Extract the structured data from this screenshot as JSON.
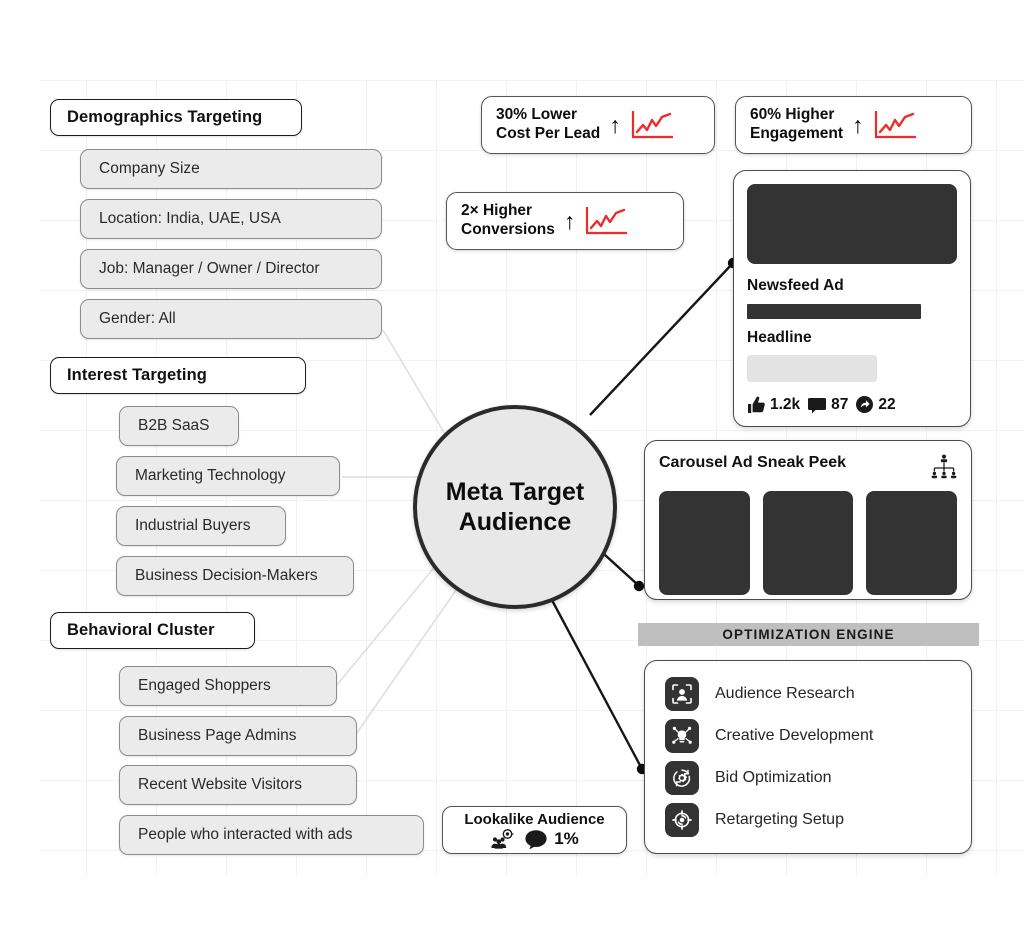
{
  "diagram": {
    "center": {
      "label": "Meta Target\nAudience"
    },
    "sections": [
      {
        "title": "Demographics Targeting",
        "items": [
          "Company Size",
          "Location: India, UAE, USA",
          "Job: Manager / Owner / Director",
          "Gender: All"
        ]
      },
      {
        "title": "Interest Targeting",
        "items": [
          "B2B SaaS",
          "Marketing Technology",
          "Industrial Buyers",
          "Business Decision-Makers"
        ]
      },
      {
        "title": "Behavioral Cluster",
        "items": [
          "Engaged Shoppers",
          "Business Page Admins",
          "Recent Website Visitors",
          "People who interacted with ads"
        ]
      }
    ],
    "stats": [
      {
        "text": "30% Lower\nCost Per Lead",
        "arrow": "arrow-up-icon",
        "chart": "sparkline-icon"
      },
      {
        "text": "2× Higher\nConversions",
        "arrow": "arrow-up-icon",
        "chart": "sparkline-icon"
      },
      {
        "text": "60% Higher\nEngagement",
        "arrow": "arrow-up-icon",
        "chart": "sparkline-icon"
      }
    ],
    "newsfeed_ad": {
      "title": "Newsfeed Ad",
      "headline": "Headline",
      "engagement": [
        {
          "icon": "thumbs-up-icon",
          "value": "1.2k"
        },
        {
          "icon": "comment-icon",
          "value": "87"
        },
        {
          "icon": "share-icon",
          "value": "22"
        }
      ]
    },
    "carousel": {
      "title": "Carousel Ad Sneak Peek",
      "icon": "org-chart-icon",
      "tiles": 3
    },
    "optimization": {
      "banner": "OPTIMIZATION ENGINE",
      "items": [
        {
          "label": "Audience Research",
          "icon": "audience-research-icon"
        },
        {
          "label": "Creative Development",
          "icon": "lightbulb-network-icon"
        },
        {
          "label": "Bid Optimization",
          "icon": "gear-refresh-icon"
        },
        {
          "label": "Retargeting Setup",
          "icon": "target-refresh-icon"
        }
      ]
    },
    "lookalike": {
      "title": "Lookalike Audience",
      "percent": "1%",
      "icons": [
        "audience-target-icon",
        "speech-bubble-icon"
      ]
    },
    "colors": {
      "accent_red": "#ee2b2b",
      "chip_fill": "#ebebeb",
      "dark_block": "#333333",
      "banner_gray": "#bfbfbf",
      "circle_fill": "#e8e8e8"
    }
  }
}
